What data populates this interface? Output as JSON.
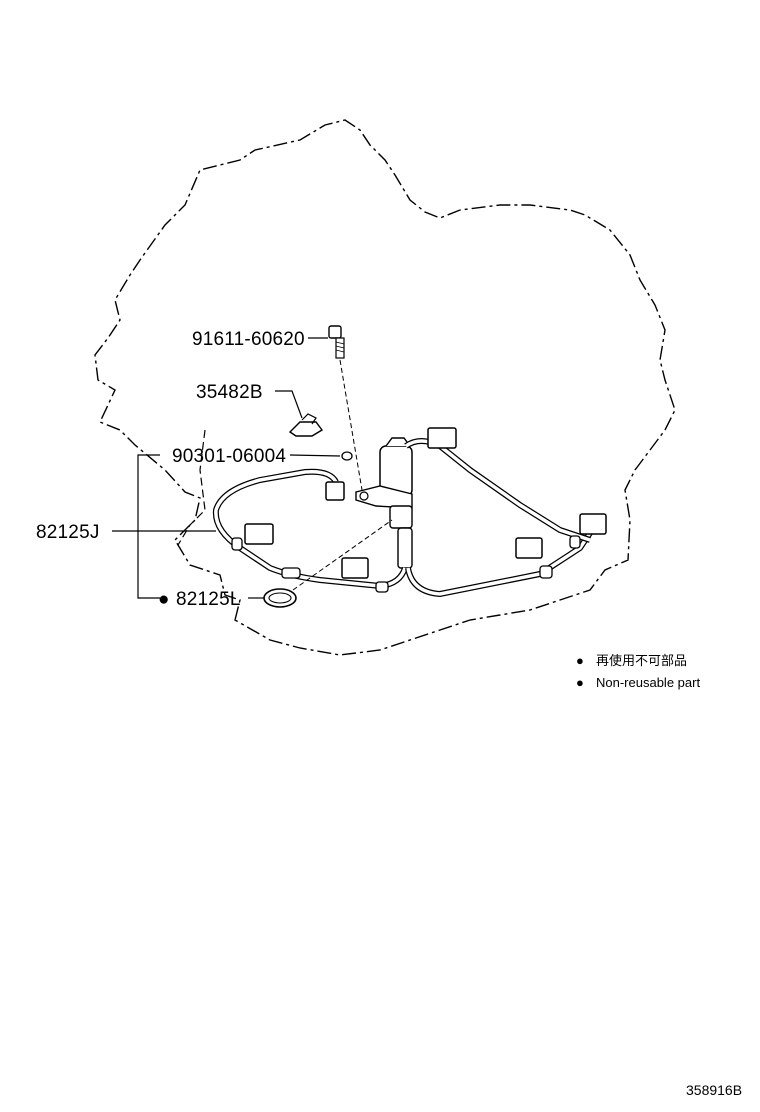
{
  "diagram": {
    "parts": [
      {
        "id": "bolt",
        "number": "91611-60620"
      },
      {
        "id": "clip",
        "number": "35482B"
      },
      {
        "id": "pin",
        "number": "90301-06004"
      },
      {
        "id": "harness",
        "number": "82125J"
      },
      {
        "id": "oring",
        "number": "82125L",
        "non_reusable": true
      }
    ],
    "non_reusable_mark": "●",
    "legend": [
      {
        "mark": "●",
        "text": "再使用不可部品"
      },
      {
        "mark": "●",
        "text": "Non-reusable part"
      }
    ],
    "reference_number": "358916B"
  }
}
